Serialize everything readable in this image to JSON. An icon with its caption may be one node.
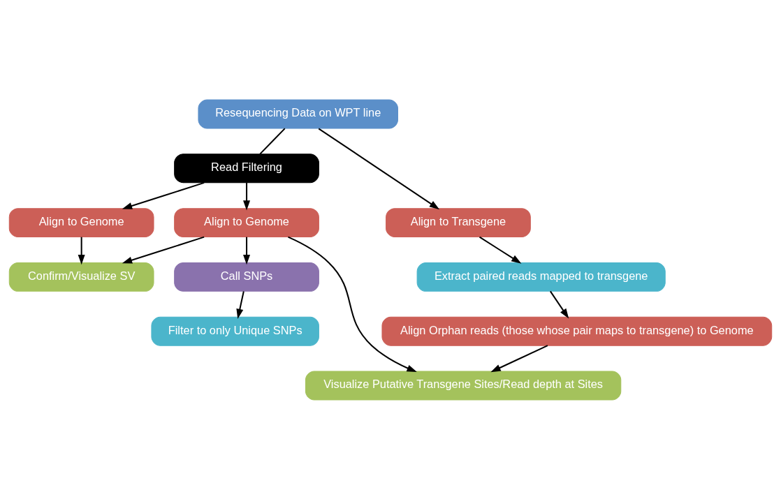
{
  "diagram": {
    "nodes": [
      {
        "text": [
          "Resequencing Data on WPT line"
        ]
      },
      {
        "text": [
          "Read Filtering"
        ]
      },
      {
        "text": [
          "Align to Genome"
        ]
      },
      {
        "text": [
          "Align to Genome"
        ]
      },
      {
        "text": [
          "Align to Transgene"
        ]
      },
      {
        "text": [
          "Confirm/Visualize SV"
        ]
      },
      {
        "text": [
          "Extract paired reads mapped to transgene"
        ]
      },
      {
        "text": [
          "Call SNPs"
        ]
      },
      {
        "text": [
          "Align Orphan reads (those whose pair maps to transgene) to Genome"
        ]
      },
      {
        "text": [
          "Filter to only Unique SNPs"
        ]
      },
      {
        "text": [
          "Visualize Putative Transgene Sites/Read depth at Sites"
        ]
      }
    ],
    "edges": [
      {
        "from": 0,
        "to": 1,
        "arrow": "none"
      },
      {
        "from": 1,
        "to": 2,
        "arrow": "to"
      },
      {
        "from": 1,
        "to": 3,
        "arrow": "to"
      },
      {
        "from": 0,
        "to": 4,
        "arrow": "to"
      },
      {
        "from": 2,
        "to": 7,
        "arrow": "to"
      },
      {
        "from": 2,
        "to": 5,
        "arrow": "to"
      },
      {
        "from": 3,
        "to": 5,
        "arrow": "to"
      },
      {
        "from": 2,
        "to": 10,
        "arrow": "to"
      },
      {
        "from": 4,
        "to": 6,
        "arrow": "to"
      },
      {
        "from": 6,
        "to": 8,
        "arrow": "to"
      },
      {
        "from": 8,
        "to": 10,
        "arrow": "to"
      },
      {
        "from": 7,
        "to": 9,
        "arrow": "to"
      }
    ]
  }
}
